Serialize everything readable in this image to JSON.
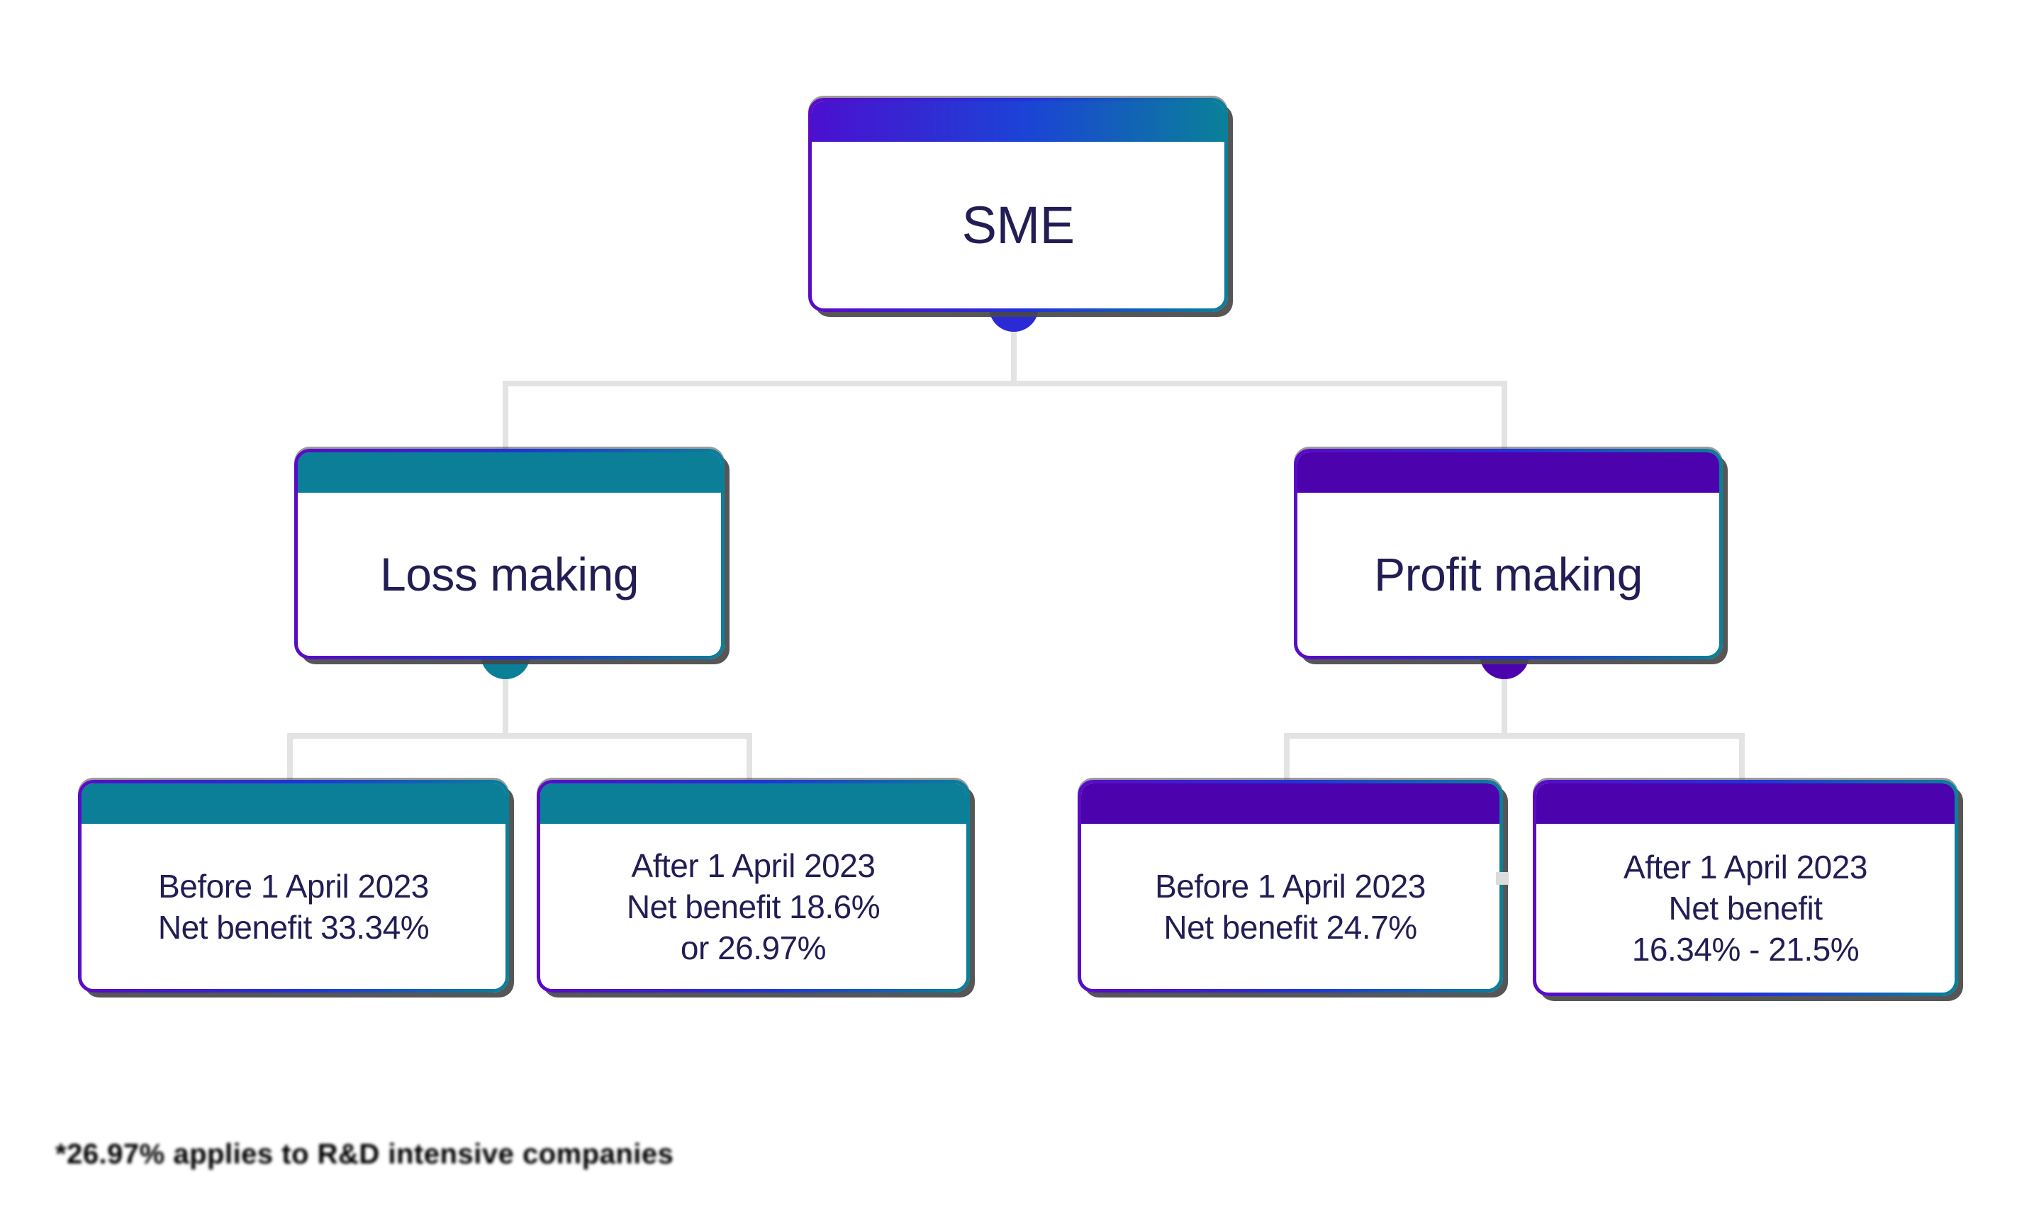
{
  "root": {
    "label": "SME"
  },
  "loss": {
    "label": "Loss making",
    "children": [
      {
        "line1": "Before 1 April 2023",
        "line2": "Net benefit 33.34%"
      },
      {
        "line1": "After 1 April 2023",
        "line2": "Net benefit 18.6%",
        "line3": "or 26.97%"
      }
    ]
  },
  "profit": {
    "label": "Profit making",
    "children": [
      {
        "line1": "Before 1 April 2023",
        "line2": "Net benefit 24.7%"
      },
      {
        "line1": "After 1 April 2023",
        "line2": "Net benefit",
        "line3": "16.34% - 21.5%"
      }
    ]
  },
  "footnote": "*26.97% applies to R&D intensive companies",
  "colors": {
    "teal": "#0b7e98",
    "purple": "#4c03ae",
    "blue": "#2b2ad6",
    "text": "#221d54",
    "connector": "#e3e3e3",
    "shadow": "#484848",
    "gradient_left": "#4b10d0",
    "gradient_mid": "#1b43d6",
    "gradient_right": "#0a8099"
  }
}
